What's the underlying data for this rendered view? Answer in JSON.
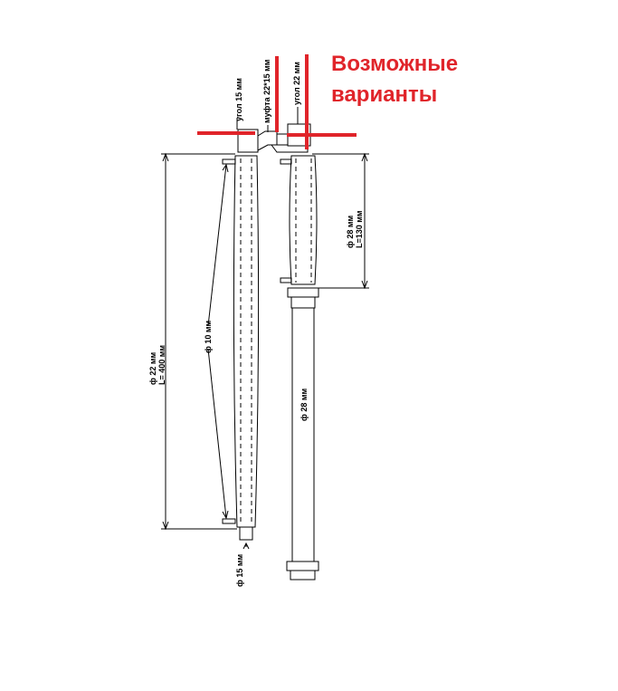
{
  "title": {
    "line1": "Возможные",
    "line2": "варианты"
  },
  "labels": {
    "angle15": "угол 15 мм",
    "coupling": "муфта 22*15 мм",
    "angle22": "угол 22 мм",
    "d28_l130_line1": "ф 28 мм",
    "d28_l130_line2": "L=130 мм",
    "d10": "ф 10 мм",
    "d22_l400_line1": "ф 22 мм",
    "d22_l400_line2": "L= 400 мм",
    "d28": "ф 28 мм",
    "d15": "ф 15 мм"
  },
  "colors": {
    "accent": "#e0242a",
    "ink": "#000000"
  }
}
